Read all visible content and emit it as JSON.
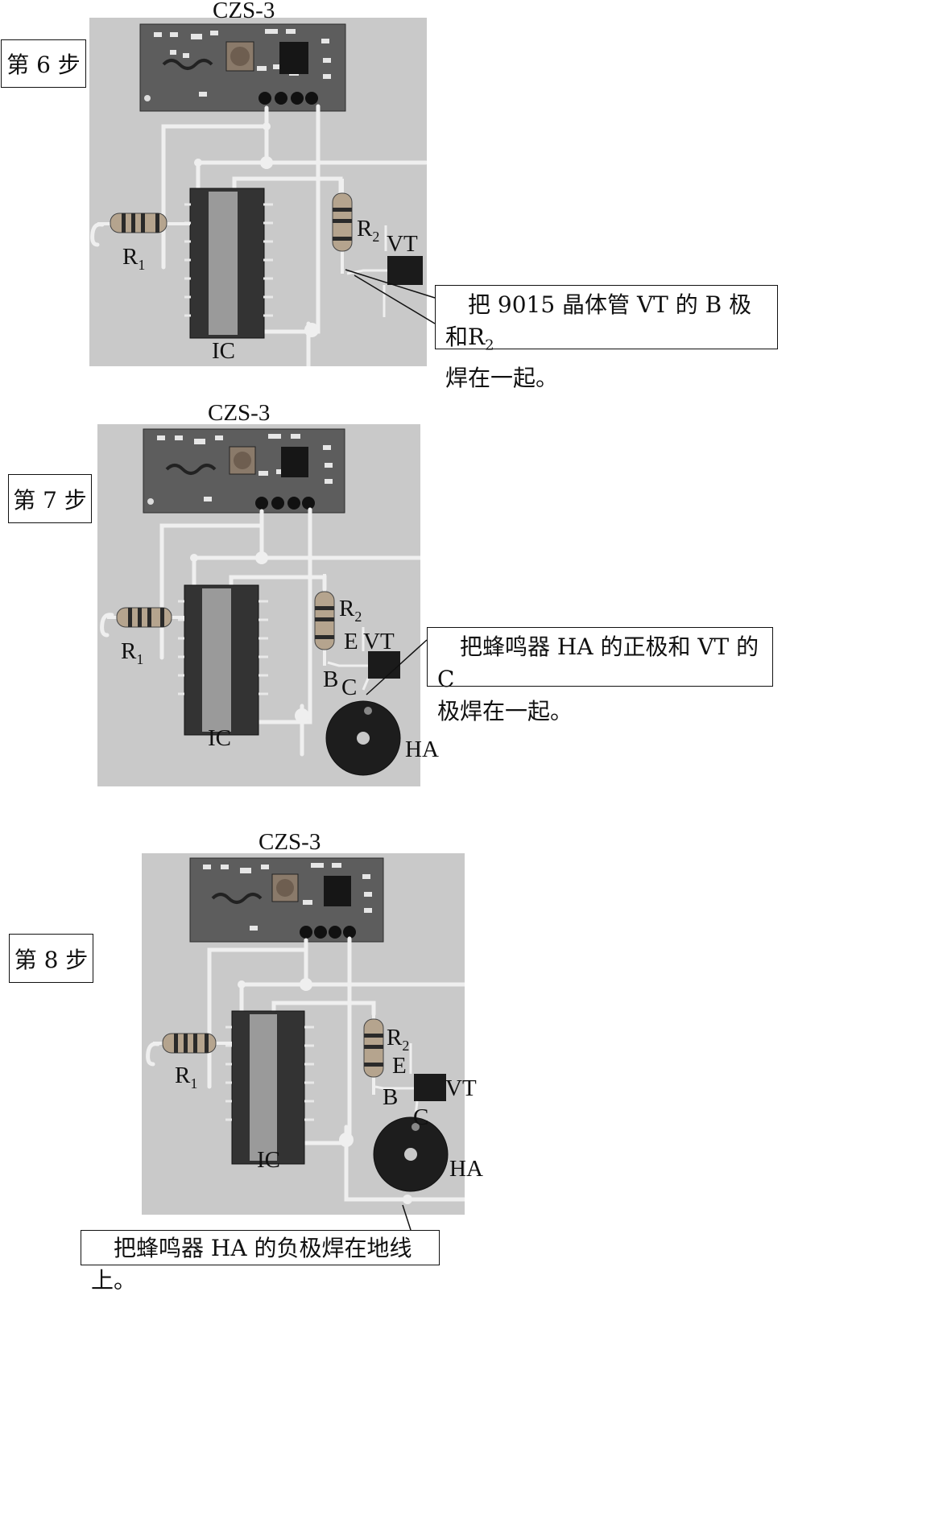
{
  "steps": [
    {
      "step_label": "第 6 步",
      "module_label": "CZS-3",
      "labels": {
        "r1": "R",
        "r1_sub": "1",
        "r2": "R",
        "r2_sub": "2",
        "vt": "VT",
        "ic": "IC"
      },
      "callout_line1": "把 9015 晶体管 VT 的 B 极和R",
      "callout_line1_sub": "2",
      "callout_line2": "焊在一起。"
    },
    {
      "step_label": "第 7 步",
      "module_label": "CZS-3",
      "labels": {
        "r1": "R",
        "r1_sub": "1",
        "r2": "R",
        "r2_sub": "2",
        "e": "E",
        "vt": "VT",
        "b": "B",
        "c": "C",
        "ic": "IC",
        "ha": "HA"
      },
      "callout_line1": "把蜂鸣器 HA 的正极和 VT 的 C",
      "callout_line2": "极焊在一起。"
    },
    {
      "step_label": "第 8 步",
      "module_label": "CZS-3",
      "labels": {
        "r1": "R",
        "r1_sub": "1",
        "r2": "R",
        "r2_sub": "2",
        "e": "E",
        "vt": "VT",
        "b": "B",
        "c": "C",
        "ic": "IC",
        "ha": "HA"
      },
      "callout_line1": "把蜂鸣器 HA 的负极焊在地线上。"
    }
  ],
  "colors": {
    "photo_bg": "#c9c9c9",
    "pcb": "#5a5a5a",
    "wire": "#eeeeee",
    "text": "#111111"
  },
  "components": [
    "pcb-module",
    "ic-socket",
    "resistor",
    "transistor",
    "buzzer"
  ]
}
